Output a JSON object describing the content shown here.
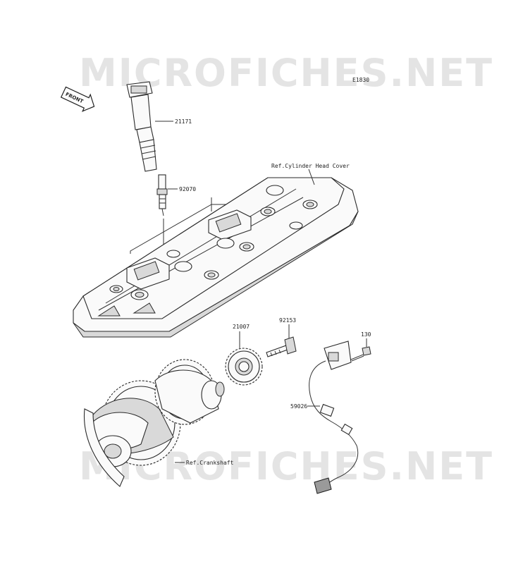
{
  "watermark": {
    "top": "MICROFICHES.NET",
    "bottom": "MICROFICHES.NET"
  },
  "diagram_code": "E1830",
  "front_label": "FRONT",
  "parts": {
    "ignition_coil": "21171",
    "spark_plug": "92070",
    "rotor": "21007",
    "bolt": "92153",
    "sensor_bolt": "130",
    "pickup_sensor": "59026"
  },
  "references": {
    "cylinder_head_cover": "Ref.Cylinder Head Cover",
    "crankshaft": "Ref.Crankshaft"
  }
}
